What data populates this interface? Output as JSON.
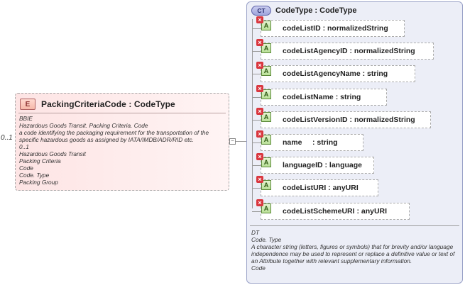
{
  "element": {
    "badge": "E",
    "title": "PackingCriteriaCode : CodeType",
    "multiplicity": "0..1",
    "description": [
      "BBIE",
      "Hazardous Goods Transit. Packing Criteria. Code",
      "a code identifying the packaging requirement for the transportation of the",
      "specific hazardous goods as assigned by IATA/IMDB/ADR/RID etc.",
      "0..1",
      "Hazardous Goods Transit",
      "Packing Criteria",
      "Code",
      "Code. Type",
      "Packing Group"
    ]
  },
  "complex_type": {
    "badge": "CT",
    "title": "CodeType : CodeType",
    "attributes": [
      {
        "badge": "A",
        "label": "codeListID : normalizedString"
      },
      {
        "badge": "A",
        "label": "codeListAgencyID : normalizedString"
      },
      {
        "badge": "A",
        "label": "codeListAgencyName : string"
      },
      {
        "badge": "A",
        "label": "codeListName : string"
      },
      {
        "badge": "A",
        "label": "codeListVersionID : normalizedString"
      },
      {
        "badge": "A",
        "label": "name     : string"
      },
      {
        "badge": "A",
        "label": "languageID : language"
      },
      {
        "badge": "A",
        "label": "codeListURI : anyURI"
      },
      {
        "badge": "A",
        "label": "codeListSchemeURI : anyURI"
      }
    ],
    "description": [
      "DT",
      "Code. Type",
      "A character string (letters, figures or symbols) that for brevity and/or language independence may be used to represent or replace a definitive value or text of an Attribute together with relevant supplementary information.",
      "Code"
    ]
  },
  "colors": {
    "element_fill": "#fde4e4",
    "complex_type_fill": "#eceef7",
    "attribute_badge": "#b8df96",
    "remove_marker": "#d9363e"
  }
}
